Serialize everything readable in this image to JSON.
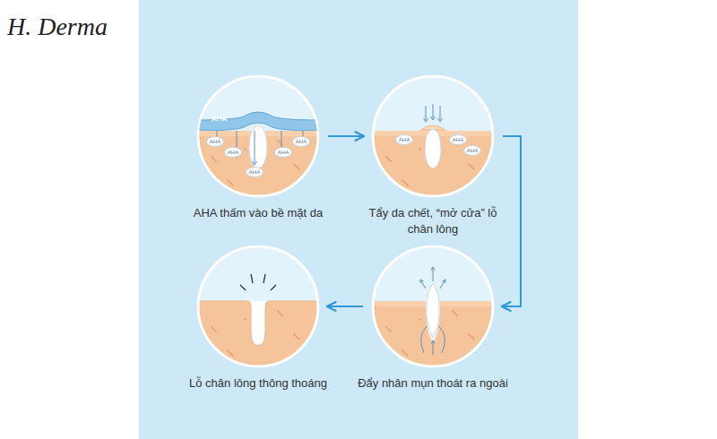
{
  "diagram": {
    "nodes": [
      {
        "text": [
          "AHA thấm vào bề mặt da"
        ]
      },
      {
        "text": [
          "AHA"
        ],
        "in": 0
      },
      {
        "text": [
          "AHA"
        ],
        "in": 0
      },
      {
        "text": [
          "AHA"
        ],
        "in": 0
      },
      {
        "text": [
          "AHA"
        ],
        "in": 0
      },
      {
        "text": [
          "AHA"
        ],
        "in": 0
      },
      {
        "text": [
          "AHA"
        ],
        "in": 0
      },
      {
        "text": [
          "Tẩy da chết, “mở cửa” lỗ chân lông"
        ]
      },
      {
        "text": [
          "AHA"
        ],
        "in": 7
      },
      {
        "text": [
          "AHA"
        ],
        "in": 7
      },
      {
        "text": [
          "AHA"
        ],
        "in": 7
      },
      {
        "text": [
          "Lỗ chân lông thông thoáng"
        ]
      },
      {
        "text": [
          "Đẩy nhân mụn thoát ra ngoài"
        ]
      }
    ],
    "edges": [
      {
        "from": 0,
        "to": 7,
        "arrow": "to"
      },
      {
        "from": 7,
        "to": 12,
        "arrow": "to"
      },
      {
        "from": 12,
        "to": 11,
        "arrow": "to"
      }
    ],
    "labels": [
      "H. Derma"
    ]
  }
}
